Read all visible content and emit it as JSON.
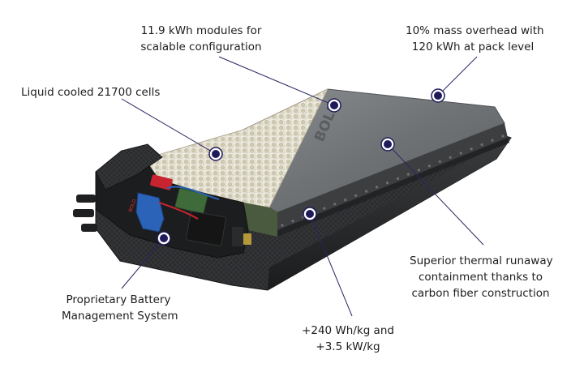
{
  "callouts": [
    {
      "id": "modules",
      "lines": [
        "11.9 kWh modules for",
        "scalable configuration"
      ]
    },
    {
      "id": "mass",
      "lines": [
        "10% mass overhead with",
        "120 kWh at pack level"
      ]
    },
    {
      "id": "cells",
      "lines": [
        "Liquid cooled 21700 cells"
      ]
    },
    {
      "id": "thermal",
      "lines": [
        "Superior thermal runaway",
        "containment thanks to",
        "carbon fiber construction"
      ]
    },
    {
      "id": "bms",
      "lines": [
        "Proprietary Battery",
        "Management System"
      ]
    },
    {
      "id": "energy",
      "lines": [
        "+240 Wh/kg and",
        "+3.5 kW/kg"
      ]
    }
  ],
  "brand": {
    "lid_text": "BOLD",
    "small_badge": "BOLD"
  },
  "colors": {
    "marker_fill": "#1f1b5a",
    "marker_ring": "#ffffff",
    "leader_line": "#2a2660",
    "lid": "#7c7f82",
    "carbon": "#2a2b2d",
    "cells": "#e9e7dc",
    "connector_blue": "#2b63b8"
  }
}
